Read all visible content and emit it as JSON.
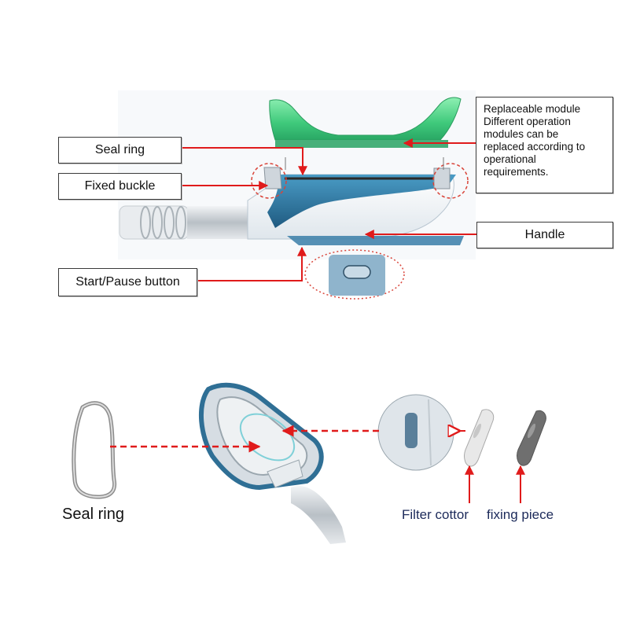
{
  "top_diagram": {
    "labels": {
      "seal_ring": "Seal ring",
      "fixed_buckle": "Fixed buckle",
      "start_pause_button": "Start/Pause button",
      "handle": "Handle"
    },
    "replaceable_module_note": [
      "Replaceable module",
      "Different operation",
      "modules can be",
      "replaced according to",
      "operational",
      "requirements."
    ]
  },
  "bottom_diagram": {
    "labels": {
      "seal_ring": "Seal ring",
      "filter_cotton": "Filter cottor",
      "fixing_piece": "fixing piece"
    }
  },
  "colors": {
    "module_green": "#5fd58a",
    "handle_blue": "#2f6f95",
    "arrow_red": "#e01b1b",
    "dashed_circle": "#d9453a"
  }
}
